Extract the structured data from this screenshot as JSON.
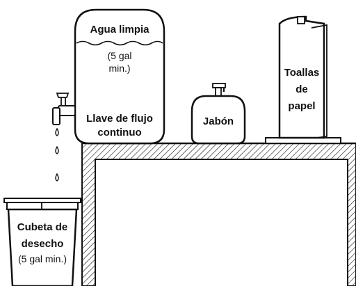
{
  "labels": {
    "clean_water": "Agua limpia",
    "clean_water_capacity_line1": "(5 gal",
    "clean_water_capacity_line2": "min.)",
    "faucet_line1": "Llave de flujo",
    "faucet_line2": "continuo",
    "soap": "Jabón",
    "towels_line1": "Toallas",
    "towels_line2": "de",
    "towels_line3": "papel",
    "waste_line1": "Cubeta de",
    "waste_line2": "desecho",
    "waste_capacity": "(5 gal min.)"
  },
  "icons": {
    "water_jug": "water-jug-icon",
    "faucet": "faucet-icon",
    "water_drop": "water-drop-icon",
    "soap_dispenser": "soap-dispenser-icon",
    "paper_towel": "paper-towel-icon",
    "waste_bucket": "waste-bucket-icon",
    "table": "table-icon"
  },
  "colors": {
    "line": "#111111",
    "background": "#ffffff"
  }
}
